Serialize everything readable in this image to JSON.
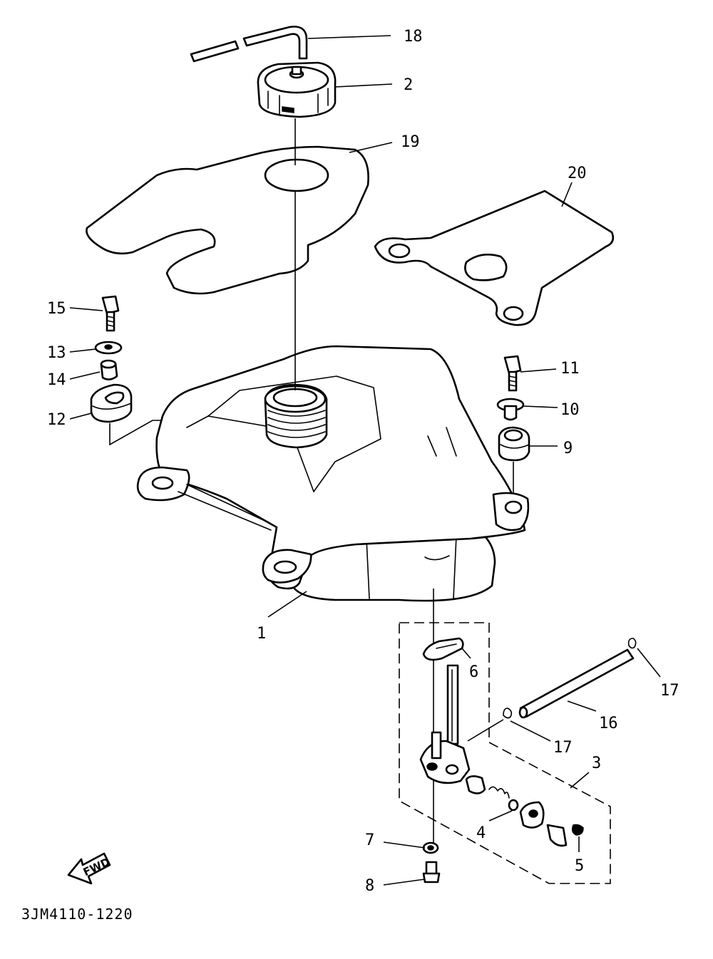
{
  "diagram": {
    "part_code": "3JM4110-1220",
    "fwd_label": "FWD",
    "callouts": [
      {
        "id": "c18",
        "label": "18"
      },
      {
        "id": "c2",
        "label": "2"
      },
      {
        "id": "c19",
        "label": "19"
      },
      {
        "id": "c20",
        "label": "20"
      },
      {
        "id": "c15",
        "label": "15"
      },
      {
        "id": "c13",
        "label": "13"
      },
      {
        "id": "c14",
        "label": "14"
      },
      {
        "id": "c12",
        "label": "12"
      },
      {
        "id": "c11",
        "label": "11"
      },
      {
        "id": "c10",
        "label": "10"
      },
      {
        "id": "c9",
        "label": "9"
      },
      {
        "id": "c1",
        "label": "1"
      },
      {
        "id": "c6",
        "label": "6"
      },
      {
        "id": "c17a",
        "label": "17"
      },
      {
        "id": "c16",
        "label": "16"
      },
      {
        "id": "c17b",
        "label": "17"
      },
      {
        "id": "c3",
        "label": "3"
      },
      {
        "id": "c7",
        "label": "7"
      },
      {
        "id": "c4",
        "label": "4"
      },
      {
        "id": "c5",
        "label": "5"
      },
      {
        "id": "c8",
        "label": "8"
      }
    ]
  }
}
